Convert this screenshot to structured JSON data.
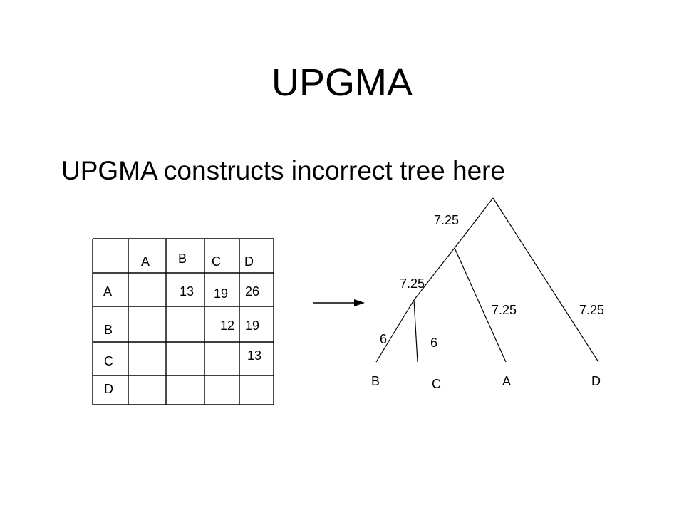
{
  "title": "UPGMA",
  "subtitle": "UPGMA constructs incorrect tree here",
  "matrix": {
    "column_headers": [
      "A",
      "B",
      "C",
      "D"
    ],
    "row_headers": [
      "A",
      "B",
      "C",
      "D"
    ],
    "values": {
      "A_B": "13",
      "A_C": "19",
      "A_D": "26",
      "B_C": "12",
      "B_D": "19",
      "C_D": "13"
    }
  },
  "tree": {
    "leaves": [
      "B",
      "C",
      "A",
      "D"
    ],
    "branch_lengths": {
      "root_to_inner": "7.25",
      "inner_to_bc": "7.25",
      "to_B": "6",
      "to_C": "6",
      "to_A": "7.25",
      "to_D": "7.25"
    }
  }
}
